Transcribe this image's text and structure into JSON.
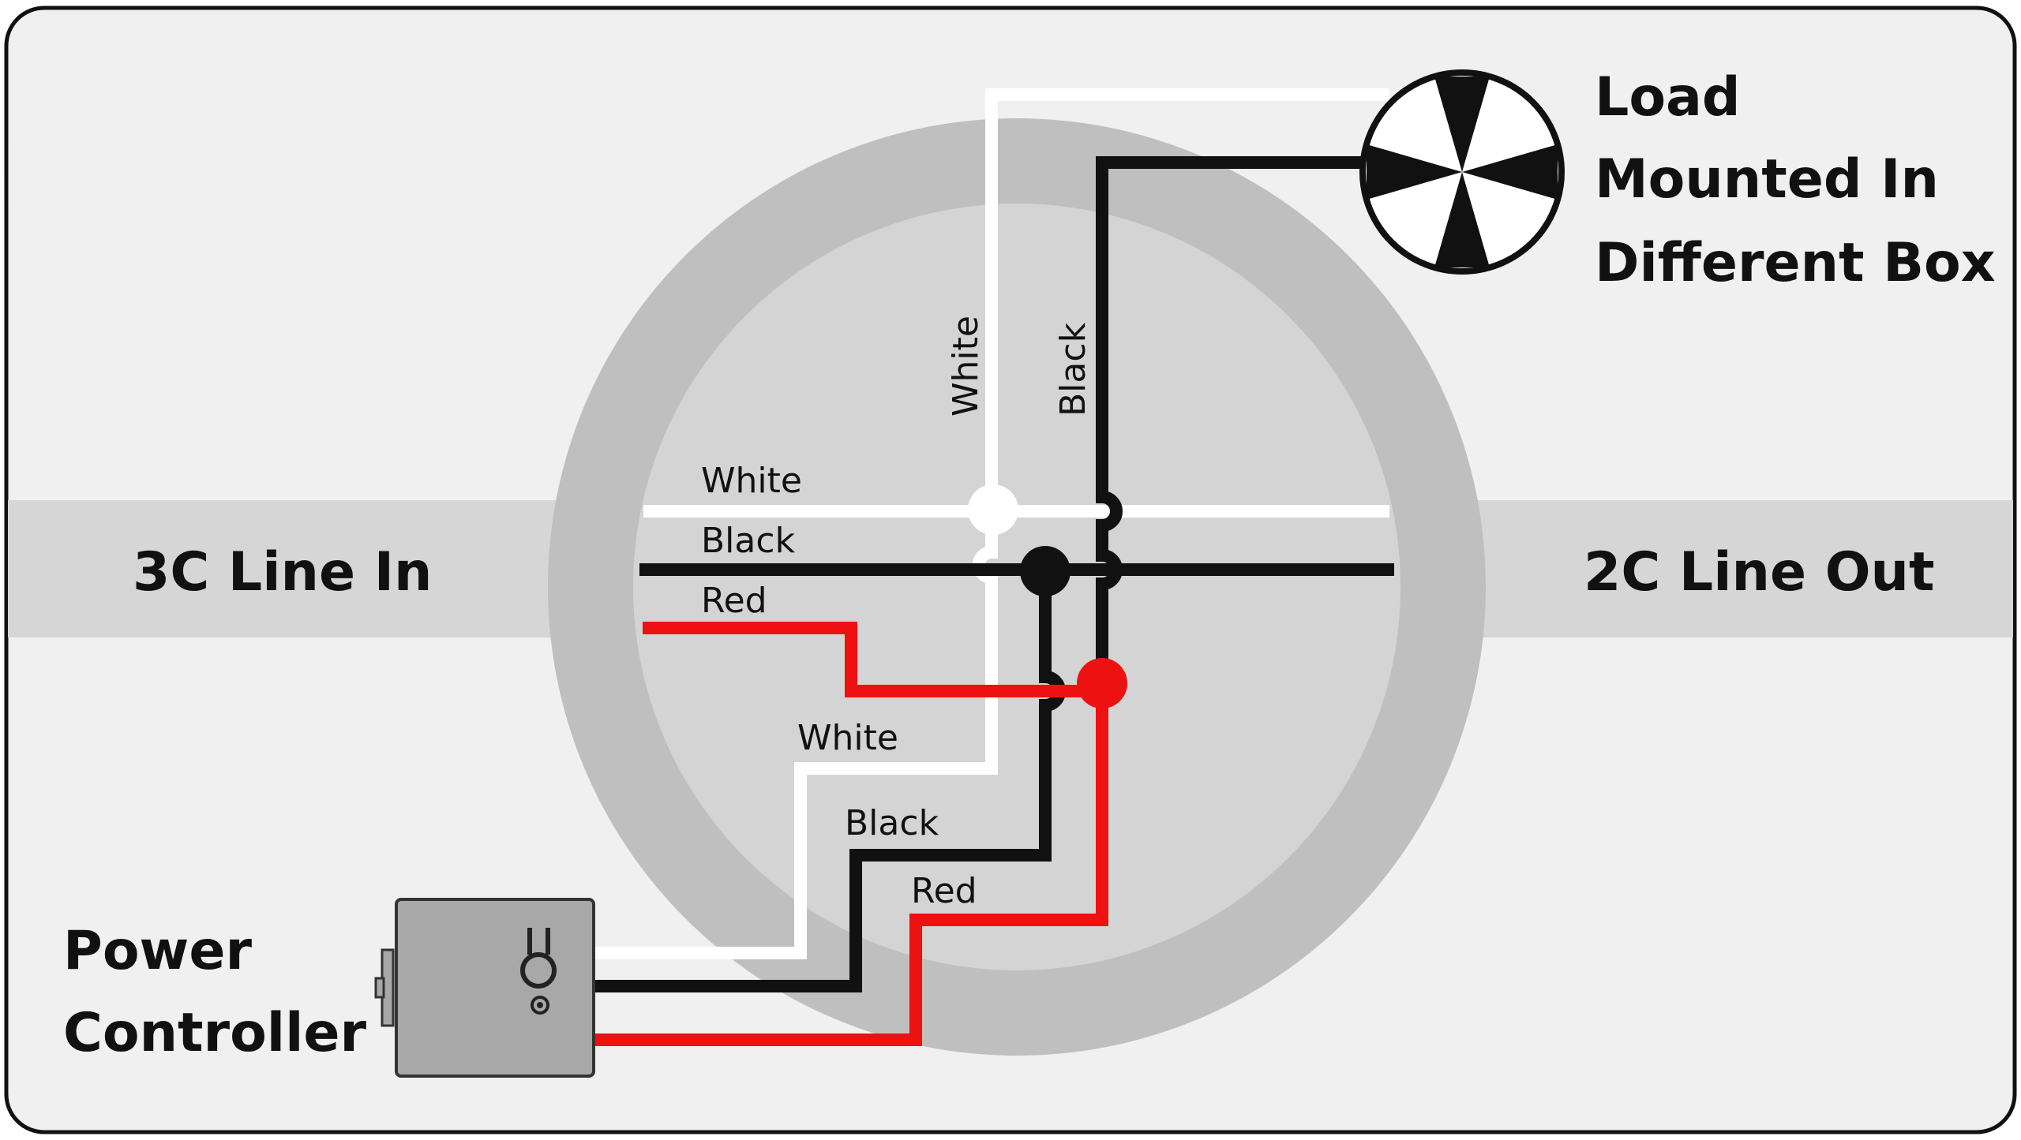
{
  "labels": {
    "line_in": "3C Line In",
    "line_out": "2C Line Out",
    "load": [
      "Load",
      "Mounted In",
      "Different Box"
    ],
    "controller": [
      "Power",
      "Controller"
    ]
  },
  "wire_labels": {
    "in_white": "White",
    "in_black": "Black",
    "in_red": "Red",
    "up_white": "White",
    "up_black": "Black",
    "ctrl_white": "White",
    "ctrl_black": "Black",
    "ctrl_red": "Red"
  },
  "icons": {
    "load": "light-fixture-icon",
    "controller": "power-controller-icon"
  },
  "colors": {
    "background": "#f0f0f0",
    "band": "#d6d6d6",
    "box_outer": "#bfbfbf",
    "box_inner": "#d4d4d4",
    "wire_white": "#ffffff",
    "wire_black": "#111111",
    "wire_red": "#ee1111",
    "controller": "#a8a8a8"
  }
}
